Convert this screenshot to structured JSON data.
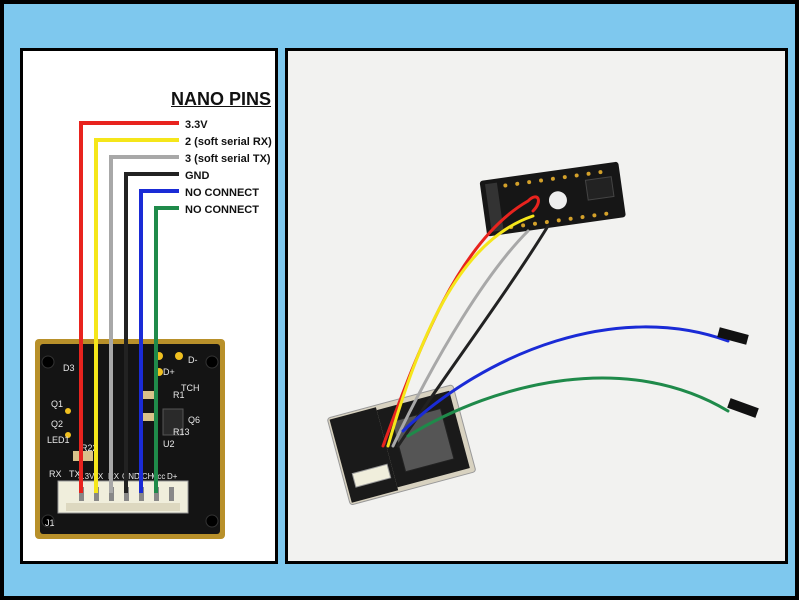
{
  "diagram": {
    "title": "NANO PINS",
    "pins": [
      {
        "label": "3.3V",
        "wire_color": "#e8231e"
      },
      {
        "label": "2 (soft serial RX)",
        "wire_color": "#f5e61a"
      },
      {
        "label": "3 (soft serial TX)",
        "wire_color": "#a8a8a8"
      },
      {
        "label": "GND",
        "wire_color": "#222222"
      },
      {
        "label": "NO CONNECT",
        "wire_color": "#1a2bd6"
      },
      {
        "label": "NO CONNECT",
        "wire_color": "#1f8a4a"
      }
    ],
    "board": {
      "labels": [
        "D3",
        "D-",
        "D+",
        "TCH",
        "R1",
        "Q6",
        "R13",
        "U2",
        "J1",
        "RX",
        "TX",
        "R22",
        "Q1",
        "Q2",
        "LED1"
      ],
      "pin_labels": [
        "3.3V",
        "TX",
        "RX",
        "GND",
        "TCH",
        "Vcc",
        "D+"
      ]
    }
  },
  "colors": {
    "frame": "#7ec8ee",
    "board": "#141414",
    "board_edge": "#b8902a"
  }
}
